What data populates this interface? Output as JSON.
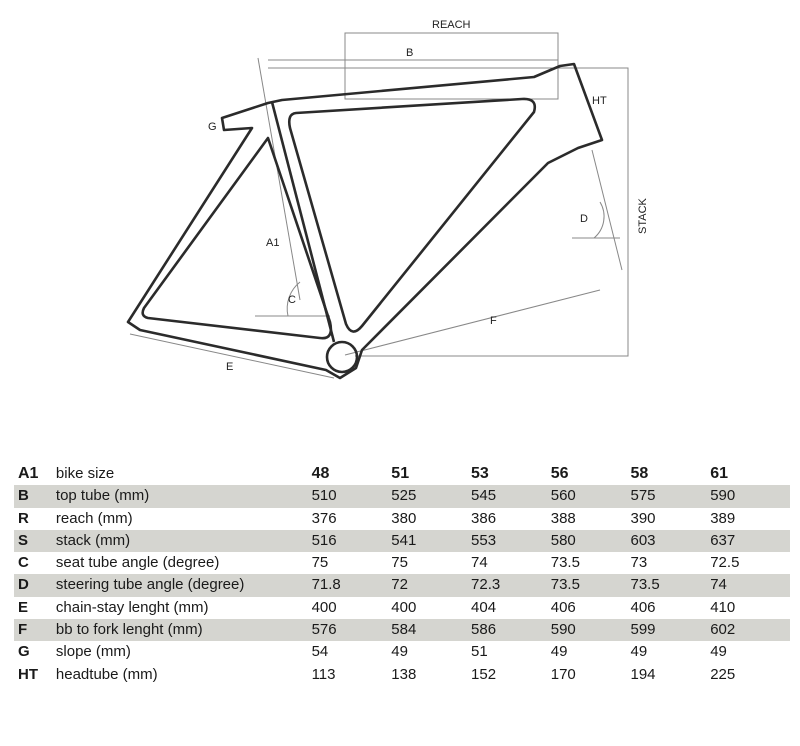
{
  "diagram": {
    "labels": {
      "reach": "REACH",
      "b": "B",
      "ht": "HT",
      "g": "G",
      "d": "D",
      "stack": "STACK",
      "a1": "A1",
      "c": "C",
      "f": "F",
      "e": "E"
    }
  },
  "table": {
    "sizes": [
      "48",
      "51",
      "53",
      "56",
      "58",
      "61"
    ],
    "rows": [
      {
        "code": "A1",
        "label": "bike size",
        "shaded": false
      },
      {
        "code": "B",
        "label": "top tube (mm)",
        "values": [
          "510",
          "525",
          "545",
          "560",
          "575",
          "590"
        ],
        "shaded": true
      },
      {
        "code": "R",
        "label": "reach (mm)",
        "values": [
          "376",
          "380",
          "386",
          "388",
          "390",
          "389"
        ],
        "shaded": false
      },
      {
        "code": "S",
        "label": "stack (mm)",
        "values": [
          "516",
          "541",
          "553",
          "580",
          "603",
          "637"
        ],
        "shaded": true
      },
      {
        "code": "C",
        "label": "seat tube angle (degree)",
        "values": [
          "75",
          "75",
          "74",
          "73.5",
          "73",
          "72.5"
        ],
        "shaded": false
      },
      {
        "code": "D",
        "label": "steering tube angle (degree)",
        "values": [
          "71.8",
          "72",
          "72.3",
          "73.5",
          "73.5",
          "74"
        ],
        "shaded": true
      },
      {
        "code": "E",
        "label": "chain-stay lenght (mm)",
        "values": [
          "400",
          "400",
          "404",
          "406",
          "406",
          "410"
        ],
        "shaded": false
      },
      {
        "code": "F",
        "label": "bb to fork lenght (mm)",
        "values": [
          "576",
          "584",
          "586",
          "590",
          "599",
          "602"
        ],
        "shaded": true
      },
      {
        "code": "G",
        "label": "slope (mm)",
        "values": [
          "54",
          "49",
          "51",
          "49",
          "49",
          "49"
        ],
        "shaded": false
      },
      {
        "code": "HT",
        "label": "headtube (mm)",
        "values": [
          "113",
          "138",
          "152",
          "170",
          "194",
          "225"
        ],
        "shaded": false
      }
    ]
  }
}
